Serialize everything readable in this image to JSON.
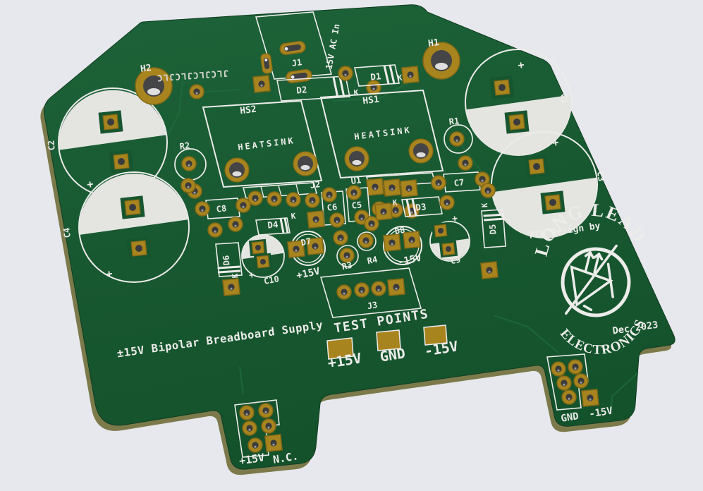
{
  "colors": {
    "background": "#e7e8ed",
    "board_green_light": "#1c6238",
    "board_green_dark": "#14522c",
    "silkscreen_white": "#ececea",
    "pad_gold": "#a8841f",
    "pad_gold_edge": "#826815",
    "hole_dark": "#3b3b3d",
    "board_edge_olive": "#7c7a4b",
    "capacitor_white": "#e4e4e1",
    "copper_trace": "#1f6b3d"
  },
  "board": {
    "fab_mark": "JLCJLCJLCJLC",
    "title": "±15V Bipolar Breadboard Supply",
    "power_in_label": "15V AC In",
    "cathode_mark": "K",
    "plus_mark": "+",
    "heatsink_label": "HEATSINK",
    "refs": {
      "h1": "H1",
      "h2": "H2",
      "j1": "J1",
      "j2": "J2",
      "j3": "J3",
      "u1": "U1",
      "hs1": "HS1",
      "hs2": "HS2",
      "r1": "R1",
      "r2": "R2",
      "r3": "R3",
      "r4": "R4",
      "c1": "C1",
      "c2": "C2",
      "c3": "C3",
      "c4": "C4",
      "c5": "C5",
      "c6": "C6",
      "c7": "C7",
      "c8": "C8",
      "c9": "C9",
      "c10": "C10",
      "d1": "D1",
      "d2": "D2",
      "d3": "D3",
      "d4": "D4",
      "d5": "D5",
      "d6": "D6",
      "d7": "D7",
      "d8": "D8"
    },
    "net_labels": {
      "d7": "+15V",
      "d8": "-15V"
    },
    "test_points": {
      "heading": "TEST POINTS",
      "tp1": "+15V",
      "tp2": "GND",
      "tp3": "-15V"
    },
    "connectors": {
      "left_a": "+15V",
      "left_b": "N.C.",
      "right_a": "GND",
      "right_b": "-15V"
    },
    "logo": {
      "credit": "PCB Design by",
      "brand_top": "LONG LEAD",
      "brand_bottom": "ELECTRONICS",
      "date": "Dec 2023"
    }
  }
}
